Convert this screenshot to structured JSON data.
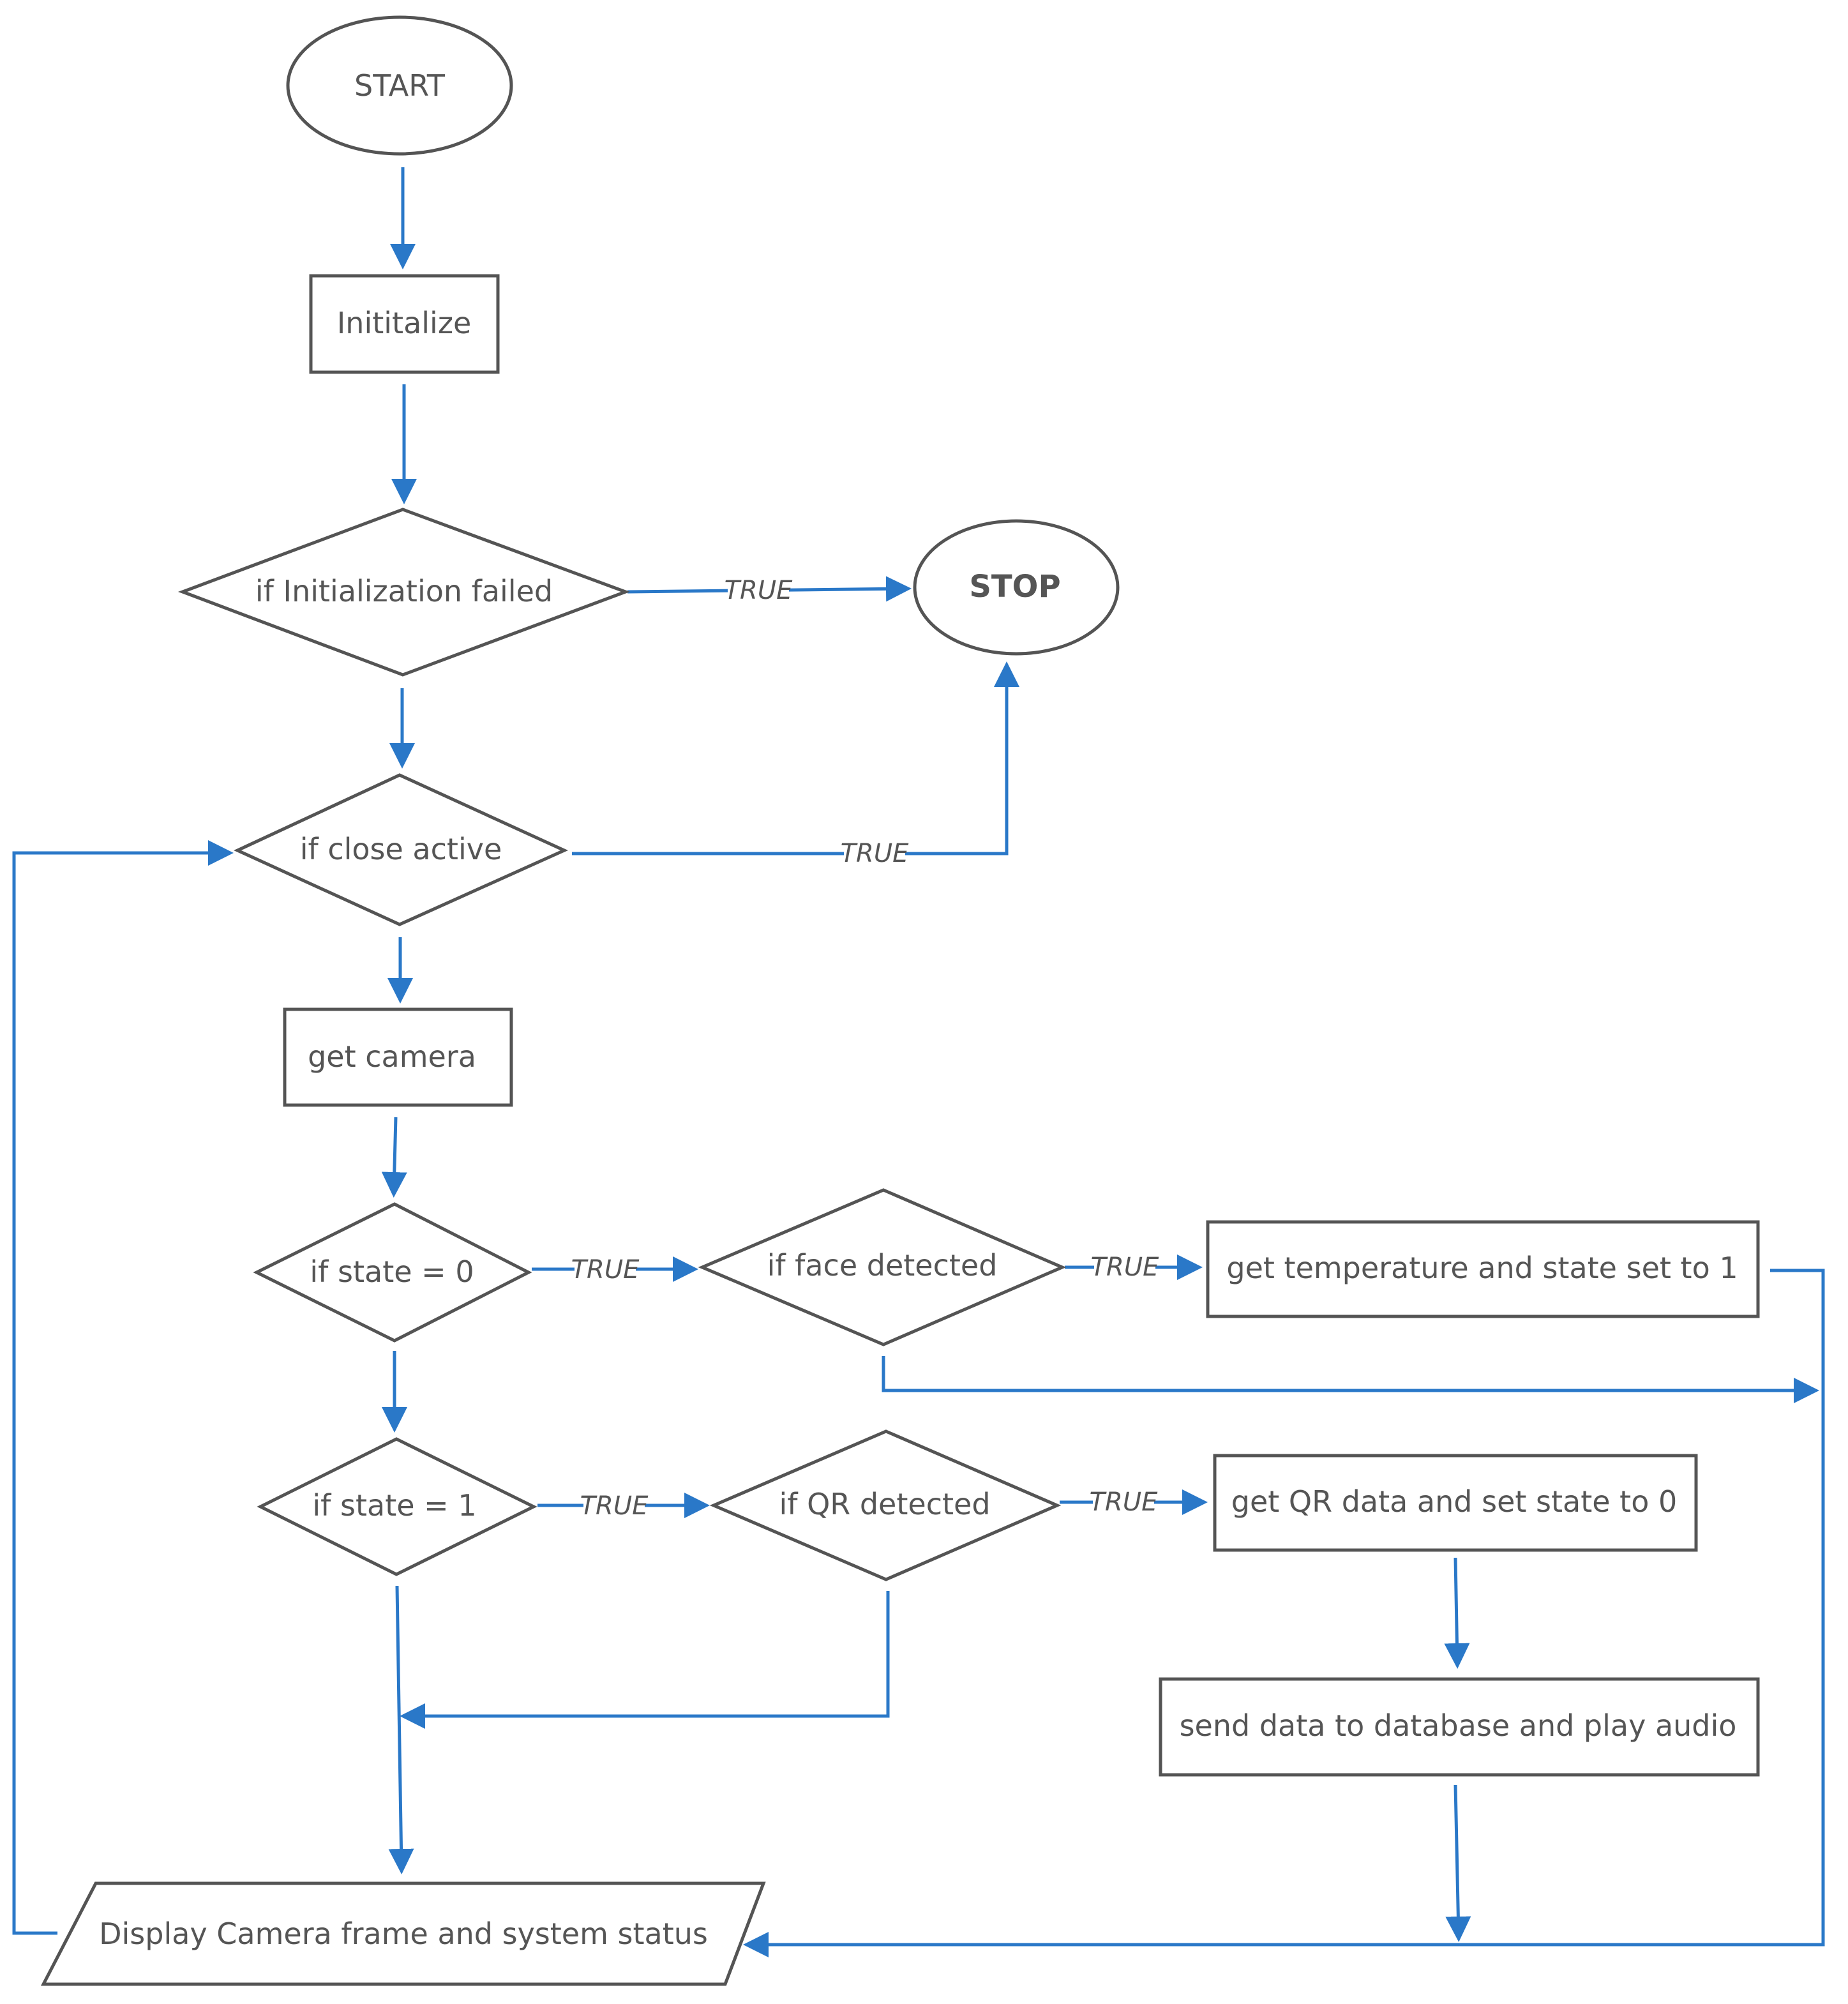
{
  "diagram": {
    "edge_color": "#2a78c8",
    "nodes": {
      "start": {
        "label": "START",
        "shape": "ellipse"
      },
      "init": {
        "label": "Inititalize",
        "shape": "rect"
      },
      "init_failed": {
        "label": "if Initialization failed",
        "shape": "diamond"
      },
      "stop": {
        "label": "STOP",
        "shape": "ellipse"
      },
      "close_active": {
        "label": "if close active",
        "shape": "diamond"
      },
      "get_camera": {
        "label": "get camera",
        "shape": "rect"
      },
      "state0": {
        "label": "if state = 0",
        "shape": "diamond"
      },
      "face": {
        "label": "if face detected",
        "shape": "diamond"
      },
      "get_temp": {
        "label": "get temperature and state set to 1",
        "shape": "rect"
      },
      "state1": {
        "label": "if state = 1",
        "shape": "diamond"
      },
      "qr": {
        "label": "if QR detected",
        "shape": "diamond"
      },
      "get_qr": {
        "label": "get QR data and set state to 0",
        "shape": "rect"
      },
      "send": {
        "label": "send data to database and play audio",
        "shape": "rect"
      },
      "display": {
        "label": "Display Camera frame and system status",
        "shape": "parallelogram"
      }
    },
    "edges": [
      {
        "from": "start",
        "to": "init",
        "label": ""
      },
      {
        "from": "init",
        "to": "init_failed",
        "label": ""
      },
      {
        "from": "init_failed",
        "to": "stop",
        "label": "TRUE"
      },
      {
        "from": "init_failed",
        "to": "close_active",
        "label": ""
      },
      {
        "from": "close_active",
        "to": "stop",
        "label": "TRUE"
      },
      {
        "from": "close_active",
        "to": "get_camera",
        "label": ""
      },
      {
        "from": "get_camera",
        "to": "state0",
        "label": ""
      },
      {
        "from": "state0",
        "to": "face",
        "label": "TRUE"
      },
      {
        "from": "face",
        "to": "get_temp",
        "label": "TRUE"
      },
      {
        "from": "face",
        "to": "display",
        "label": ""
      },
      {
        "from": "get_temp",
        "to": "display",
        "label": ""
      },
      {
        "from": "state0",
        "to": "state1",
        "label": ""
      },
      {
        "from": "state1",
        "to": "qr",
        "label": "TRUE"
      },
      {
        "from": "qr",
        "to": "get_qr",
        "label": "TRUE"
      },
      {
        "from": "qr",
        "to": "display",
        "label": ""
      },
      {
        "from": "state1",
        "to": "display",
        "label": ""
      },
      {
        "from": "get_qr",
        "to": "send",
        "label": ""
      },
      {
        "from": "send",
        "to": "display",
        "label": ""
      },
      {
        "from": "display",
        "to": "close_active",
        "label": ""
      }
    ]
  }
}
